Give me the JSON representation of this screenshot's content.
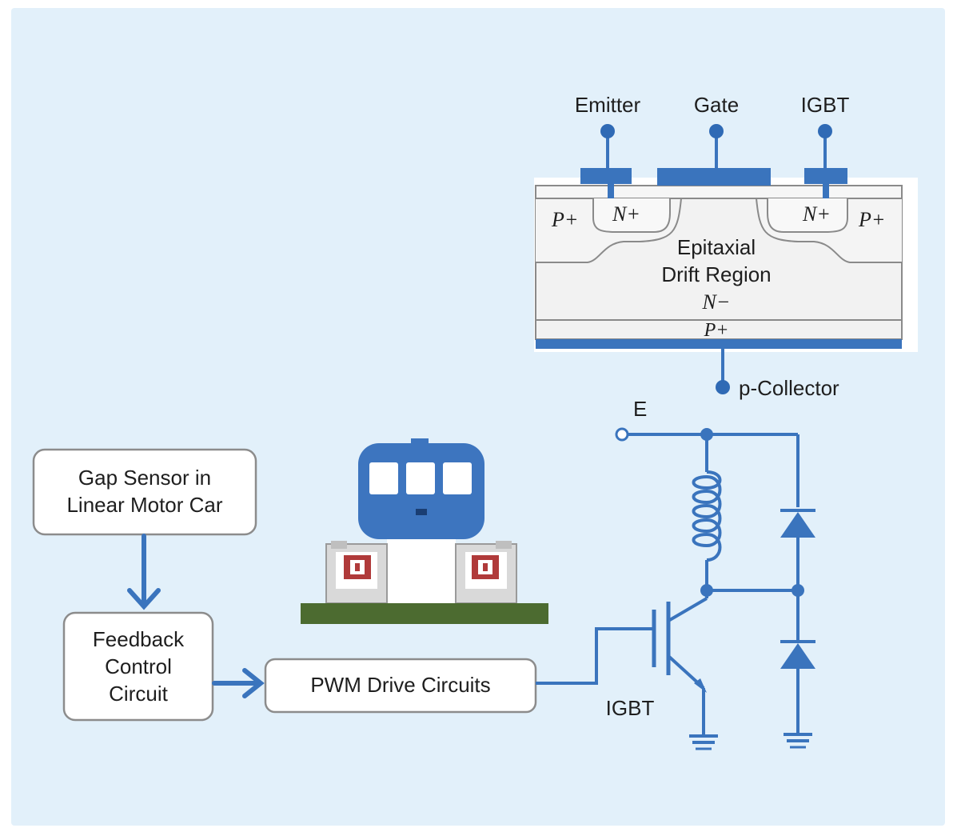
{
  "colors": {
    "background": "#e2f0fa",
    "accent_blue": "#3a74bd",
    "train_blue": "#3d75bf",
    "ground_green": "#4c6b30",
    "coil_red": "#b03a3a",
    "layer_fill": "#f2f2f2",
    "dot_blue": "#2f6ab5"
  },
  "igbt_structure": {
    "emitter_label": "Emitter",
    "gate_label": "Gate",
    "igbt_label": "IGBT",
    "p_plus_left": "P+",
    "n_plus_left": "N+",
    "n_plus_right": "N+",
    "p_plus_right": "P+",
    "region_line1": "Epitaxial",
    "region_line2": "Drift Region",
    "n_minus": "N−",
    "p_plus_bottom": "P+",
    "collector_label": "p-Collector"
  },
  "flow": {
    "gap_sensor_line1": "Gap Sensor in",
    "gap_sensor_line2": "Linear Motor Car",
    "feedback_line1": "Feedback",
    "feedback_line2": "Control",
    "feedback_line3": "Circuit",
    "pwm_label": "PWM Drive Circuits"
  },
  "circuit": {
    "e_label": "E",
    "igbt_label": "IGBT"
  },
  "icons": {
    "train": "maglev-train-icon",
    "coil": "inductor-coil-icon",
    "diode": "diode-icon",
    "ground": "ground-icon",
    "transistor": "igbt-symbol-icon"
  }
}
